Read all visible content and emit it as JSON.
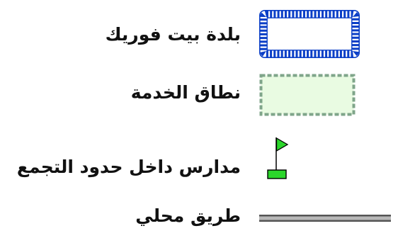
{
  "legend": {
    "items": [
      {
        "key": "town-boundary",
        "label": "بلدة بيت فوريك",
        "symbol": "dashed-blue-rectangle",
        "stroke": "#0b3fc7",
        "fill": "#ffffff"
      },
      {
        "key": "service-area",
        "label": "نطاق الخدمة",
        "symbol": "dashed-green-rectangle",
        "stroke": "#7fa58a",
        "fill": "#e9fbe2"
      },
      {
        "key": "schools",
        "label": "مدارس داخل حدود التجمع",
        "symbol": "flag-icon",
        "stroke": "#000000",
        "fill": "#2bd62b"
      },
      {
        "key": "local-road",
        "label": "طريق محلي",
        "symbol": "double-line-road",
        "stroke": "#555555",
        "fill": "#b8b8b8"
      }
    ]
  }
}
